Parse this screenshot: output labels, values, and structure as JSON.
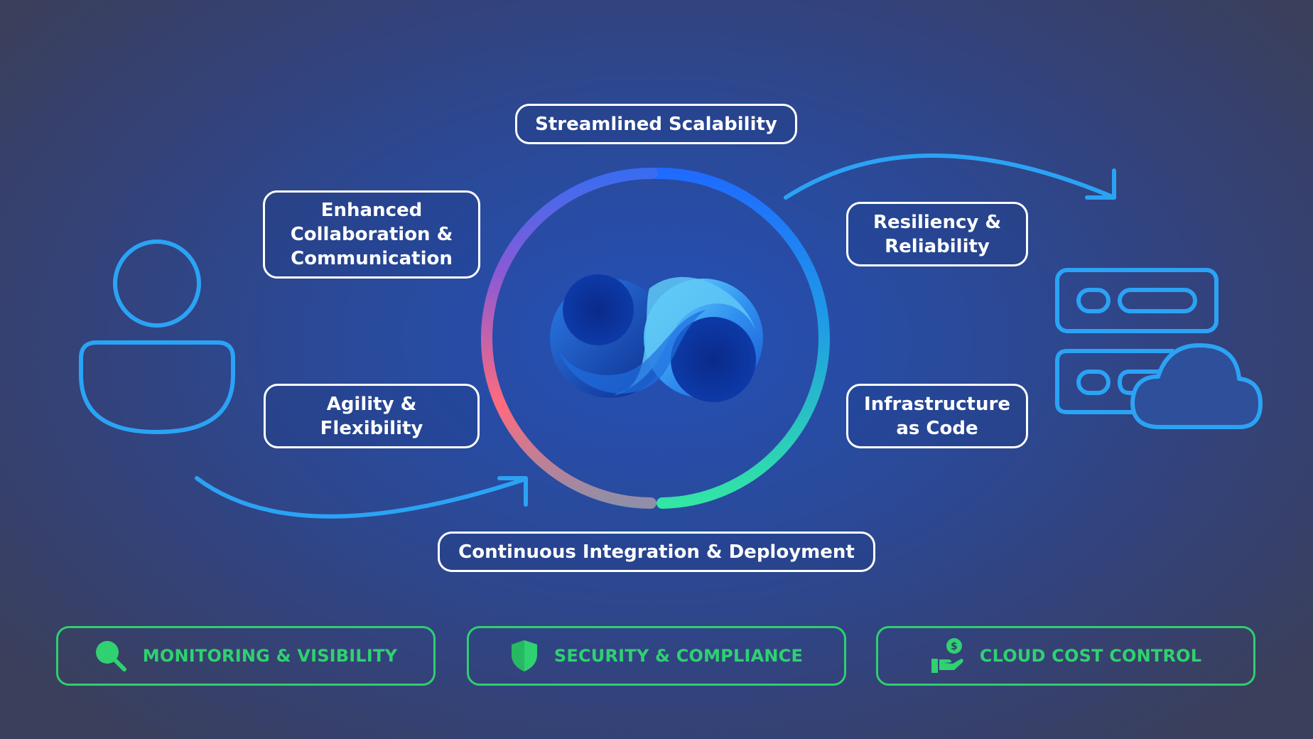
{
  "benefits": {
    "top": "Streamlined Scalability",
    "left_top": [
      "Enhanced",
      "Collaboration &",
      "Communication"
    ],
    "left_bottom": [
      "Agility &",
      "Flexibility"
    ],
    "right_top": [
      "Resiliency &",
      "Reliability"
    ],
    "right_bottom": [
      "Infrastructure",
      "as Code"
    ],
    "bottom": "Continuous Integration & Deployment"
  },
  "features": [
    {
      "label": "MONITORING & VISIBILITY",
      "icon": "magnifier-icon"
    },
    {
      "label": "SECURITY & COMPLIANCE",
      "icon": "shield-icon"
    },
    {
      "label": "CLOUD COST CONTROL",
      "icon": "hand-coin-icon"
    }
  ],
  "icons": {
    "user": "user-icon",
    "logo": "infinity-swirl-logo",
    "servers": "server-rack-icon",
    "cloud": "cloud-icon",
    "coin_symbol": "$"
  },
  "colors": {
    "accent_blue": "#2ba3f5",
    "feature_green": "#2fd171",
    "ring_gradient": [
      "#2366ff",
      "#23b8e8",
      "#2fe3a6",
      "#ff6a7a",
      "#9b5fd8",
      "#4a5fe0"
    ]
  }
}
